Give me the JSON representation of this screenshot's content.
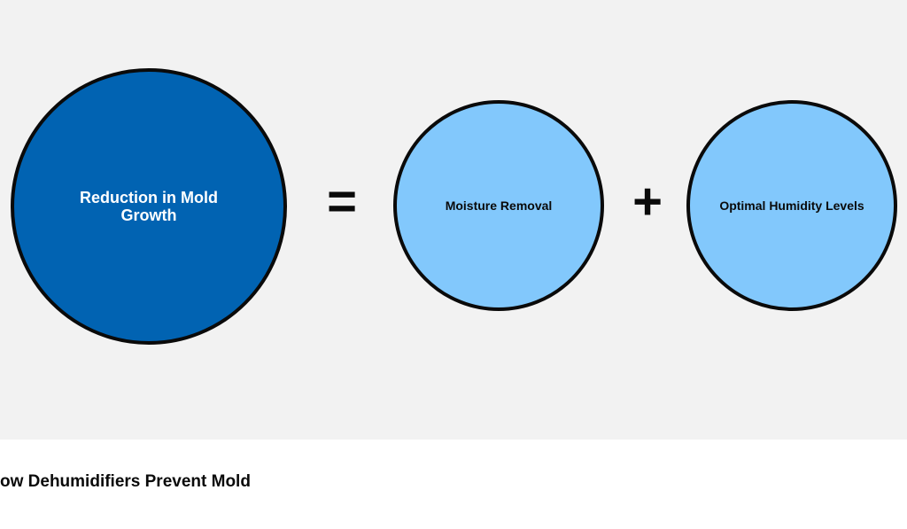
{
  "diagram": {
    "result": {
      "label": "Reduction in Mold Growth",
      "color": "#0163b2"
    },
    "equals_symbol": "=",
    "factors": [
      {
        "label": "Moisture Removal",
        "color": "#82c8fc"
      },
      {
        "label": "Optimal Humidity Levels",
        "color": "#82c8fc"
      }
    ],
    "plus_symbol": "+",
    "outline_color": "#0a0a0a",
    "panel_background": "#f2f2f2"
  },
  "caption": {
    "text": "ow Dehumidifiers Prevent Mold"
  }
}
